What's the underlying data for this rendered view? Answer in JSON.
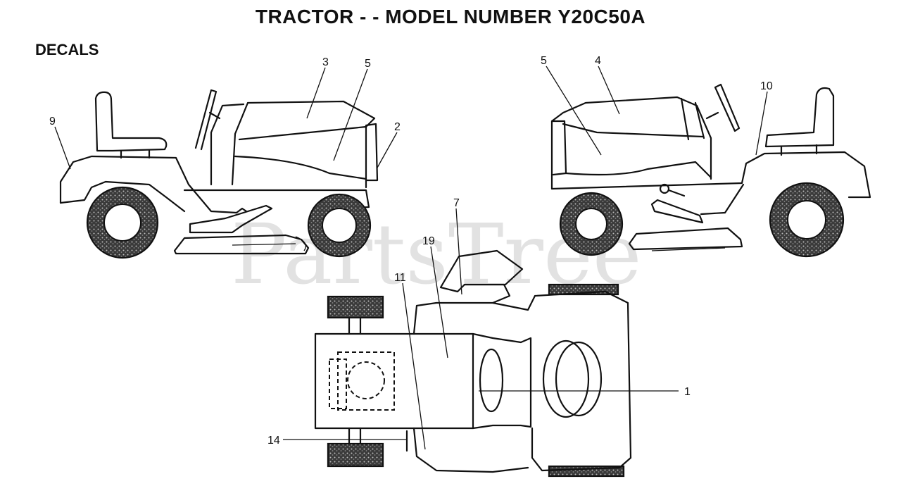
{
  "header": {
    "title": "TRACTOR - - MODEL NUMBER Y20C50A",
    "section": "DECALS"
  },
  "watermark": "PartsTree",
  "callouts": {
    "c1": "1",
    "c2": "2",
    "c3": "3",
    "c4": "4",
    "c5a": "5",
    "c5b": "5",
    "c7": "7",
    "c9": "9",
    "c10": "10",
    "c11": "11",
    "c14": "14",
    "c19": "19"
  },
  "views": [
    "left-side-view",
    "right-side-view",
    "top-view"
  ]
}
